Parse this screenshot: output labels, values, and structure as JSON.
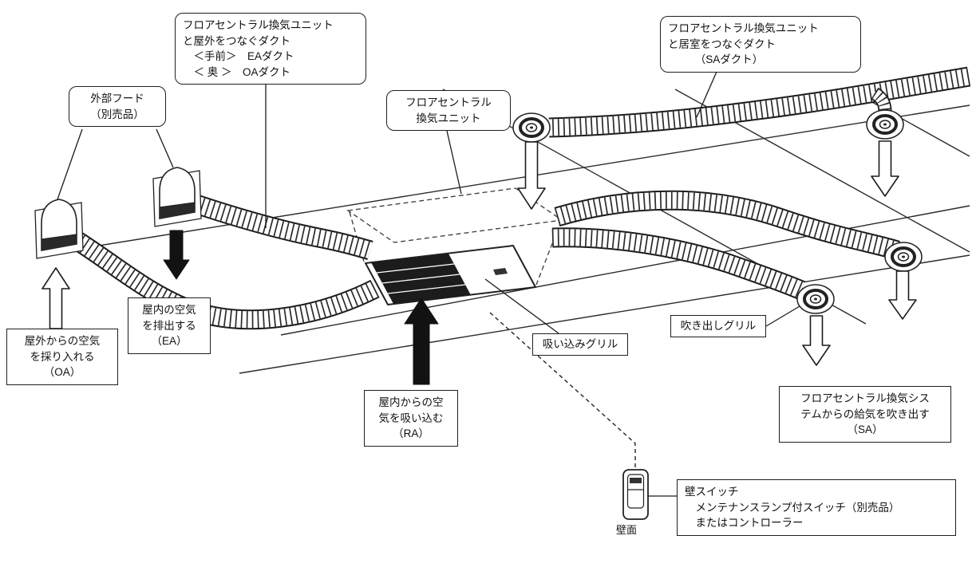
{
  "page": {
    "background": "#ffffff",
    "line_color": "#1a1a1a"
  },
  "callouts": {
    "hood": {
      "lines": [
        "外部フード",
        "（別売品）"
      ]
    },
    "ea_oa_duct": {
      "lines": [
        "フロアセントラル換気ユニット",
        "と屋外をつなぐダクト",
        "　＜手前＞　EAダクト",
        "　＜ 奥 ＞　OAダクト"
      ]
    },
    "unit": {
      "lines": [
        "フロアセントラル",
        "換気ユニット"
      ]
    },
    "sa_duct": {
      "lines": [
        "フロアセントラル換気ユニット",
        "と居室をつなぐダクト",
        "　　　（SAダクト）"
      ]
    }
  },
  "labels": {
    "oa": {
      "lines": [
        "屋外からの空気",
        "を採り入れる",
        "（OA）"
      ]
    },
    "ea": {
      "lines": [
        "屋内の空気",
        "を排出する",
        "（EA）"
      ]
    },
    "ra": {
      "lines": [
        "屋内からの空",
        "気を吸い込む",
        "（RA）"
      ]
    },
    "intake_grille": {
      "text": "吸い込みグリル"
    },
    "outlet_grille": {
      "text": "吹き出しグリル"
    },
    "sa": {
      "lines": [
        "フロアセントラル換気シス",
        "テムからの給気を吹き出す",
        "（SA）"
      ]
    },
    "wall_switch": {
      "lines": [
        "壁スイッチ",
        "　メンテナンスランプ付スイッチ（別売品）",
        "　またはコントローラー"
      ]
    },
    "wall_surface": {
      "text": "壁面"
    }
  }
}
